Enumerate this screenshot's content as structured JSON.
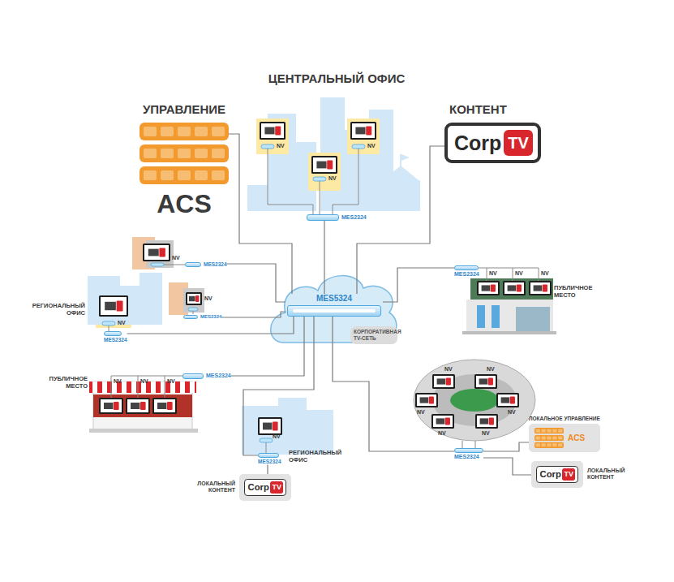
{
  "diagram": {
    "nodes": [
      {
        "text": [
          "УПРАВЛЕНИЕ",
          "ACS"
        ]
      },
      {
        "text": [
          "КОНТЕНТ",
          "Corp",
          "TV"
        ]
      },
      {
        "text": [
          "MES2324"
        ]
      },
      {
        "text": [
          "MES5324"
        ]
      },
      {
        "text": [
          "КОРПОРАТИВНАЯ TV-СЕТЬ"
        ]
      },
      {
        "text": [
          "MES2324"
        ]
      },
      {
        "text": [
          "MES2324"
        ]
      },
      {
        "text": [
          "MES2324"
        ]
      },
      {
        "text": [
          "MES2324"
        ]
      },
      {
        "text": [
          "MES2324"
        ]
      },
      {
        "text": [
          "MES2324"
        ]
      },
      {
        "text": [
          "ЛОКАЛЬНЫЙ КОНТЕНТ",
          "Corp",
          "TV"
        ]
      },
      {
        "text": [
          "MES2324"
        ]
      },
      {
        "text": [
          "ЛОКАЛЬНОЕ УПРАВЛЕНИЕ",
          "ACS"
        ]
      },
      {
        "text": [
          "Corp",
          "TV",
          "ЛОКАЛЬНЫЙ КОНТЕНТ"
        ]
      }
    ],
    "edges": [
      {
        "from": 0,
        "to": 3,
        "arrow": "none"
      },
      {
        "from": 1,
        "to": 3,
        "arrow": "none"
      },
      {
        "from": 2,
        "to": 3,
        "arrow": "none"
      },
      {
        "from": 5,
        "to": 3,
        "arrow": "none"
      },
      {
        "from": 6,
        "to": 3,
        "arrow": "none"
      },
      {
        "from": 7,
        "to": 3,
        "arrow": "none"
      },
      {
        "from": 8,
        "to": 3,
        "arrow": "none"
      },
      {
        "from": 9,
        "to": 3,
        "arrow": "none"
      },
      {
        "from": 10,
        "to": 3,
        "arrow": "none"
      },
      {
        "from": 12,
        "to": 3,
        "arrow": "none"
      },
      {
        "from": 10,
        "to": 11,
        "arrow": "none"
      },
      {
        "from": 12,
        "to": 13,
        "arrow": "none"
      },
      {
        "from": 12,
        "to": 14,
        "arrow": "none"
      }
    ],
    "labels": [
      "ЦЕНТРАЛЬНЫЙ ОФИС",
      "NV",
      "NV",
      "NV",
      "NV",
      "РЕГИОНАЛЬНЫЙ ОФИС",
      "NV",
      "NV",
      "NV",
      "NV",
      "NV",
      "ПУБЛИЧНОЕ МЕСТО",
      "ПУБЛИЧНОЕ МЕСТО",
      "NV",
      "NV",
      "NV",
      "NV",
      "РЕГИОНАЛЬНЫЙ ОФИС",
      "NV",
      "NV",
      "NV",
      "NV",
      "NV",
      "NV"
    ]
  }
}
